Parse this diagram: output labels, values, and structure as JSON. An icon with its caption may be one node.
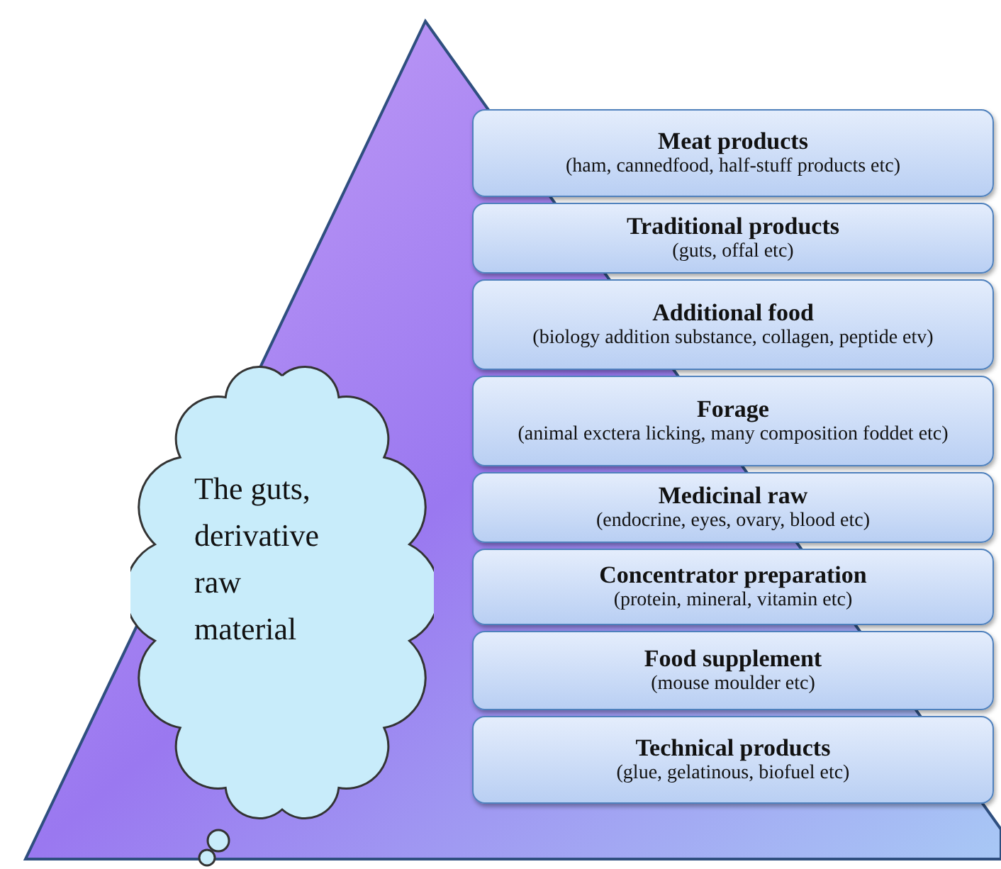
{
  "diagram": {
    "nodes": [
      {
        "text": [
          "Meat products",
          "(ham, cannedfood, half-stuff products etc)"
        ]
      },
      {
        "text": [
          "Traditional products",
          "(guts, offal etc)"
        ]
      },
      {
        "text": [
          "Additional food",
          "(biology addition substance, collagen, peptide etv)"
        ]
      },
      {
        "text": [
          "Forage",
          "(animal exctera licking, many composition foddet etc)"
        ]
      },
      {
        "text": [
          "Medicinal raw",
          "(endocrine, eyes, ovary, blood etc)"
        ]
      },
      {
        "text": [
          "Concentrator preparation",
          "(protein, mineral, vitamin etc)"
        ]
      },
      {
        "text": [
          "Food supplement",
          "(mouse moulder etc)"
        ]
      },
      {
        "text": [
          "Technical products",
          "(glue, gelatinous, biofuel etc)"
        ]
      },
      {
        "text": [
          "The guts, derivative raw material"
        ]
      }
    ]
  }
}
